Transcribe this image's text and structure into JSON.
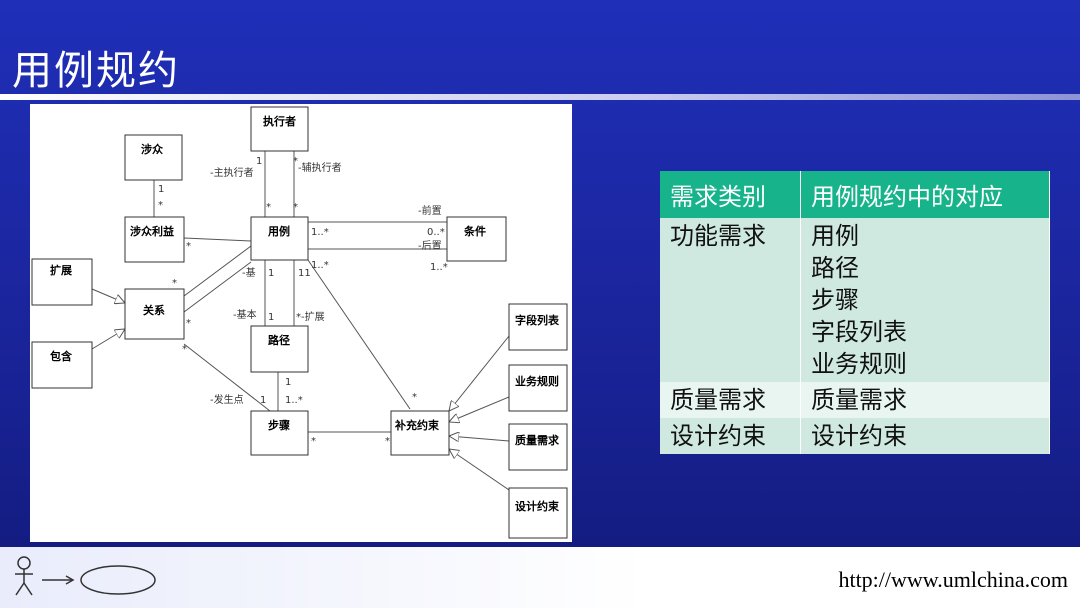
{
  "slide": {
    "title": "用例规约",
    "url": "http://www.umlchina.com"
  },
  "diagram": {
    "boxes": {
      "actor": "执行者",
      "stakeholder": "涉众",
      "stakeholder_interest": "涉众利益",
      "use_case": "用例",
      "condition": "条件",
      "extend": "扩展",
      "include": "包含",
      "relationship": "关系",
      "path": "路径",
      "step": "步骤",
      "supplementary_constraint": "补充约束",
      "field_list": "字段列表",
      "business_rule": "业务规则",
      "quality_requirement": "质量需求",
      "design_constraint": "设计约束"
    },
    "edge_labels": {
      "primary_actor": "-主执行者",
      "secondary_actor": "-辅执行者",
      "pre": "-前置",
      "post": "-后置",
      "base_uc": "-基",
      "basic": "-基本",
      "extension": "*-扩展",
      "origin": "-发生点",
      "one": "1",
      "star": "*",
      "one_many": "1..*",
      "zero_many": "0..*",
      "one_one": "11"
    }
  },
  "table": {
    "headers": [
      "需求类别",
      "用例规约中的对应"
    ],
    "rows": [
      {
        "category": "功能需求",
        "items": [
          "用例",
          "路径",
          "步骤",
          "字段列表",
          "业务规则"
        ]
      },
      {
        "category": "质量需求",
        "items": [
          "质量需求"
        ]
      },
      {
        "category": "设计约束",
        "items": [
          "设计约束"
        ]
      }
    ]
  },
  "colors": {
    "background": "#1f2fb8",
    "table_header": "#17b38a",
    "table_row": "#cfe9e1",
    "table_row_alt": "#e8f5f0"
  }
}
